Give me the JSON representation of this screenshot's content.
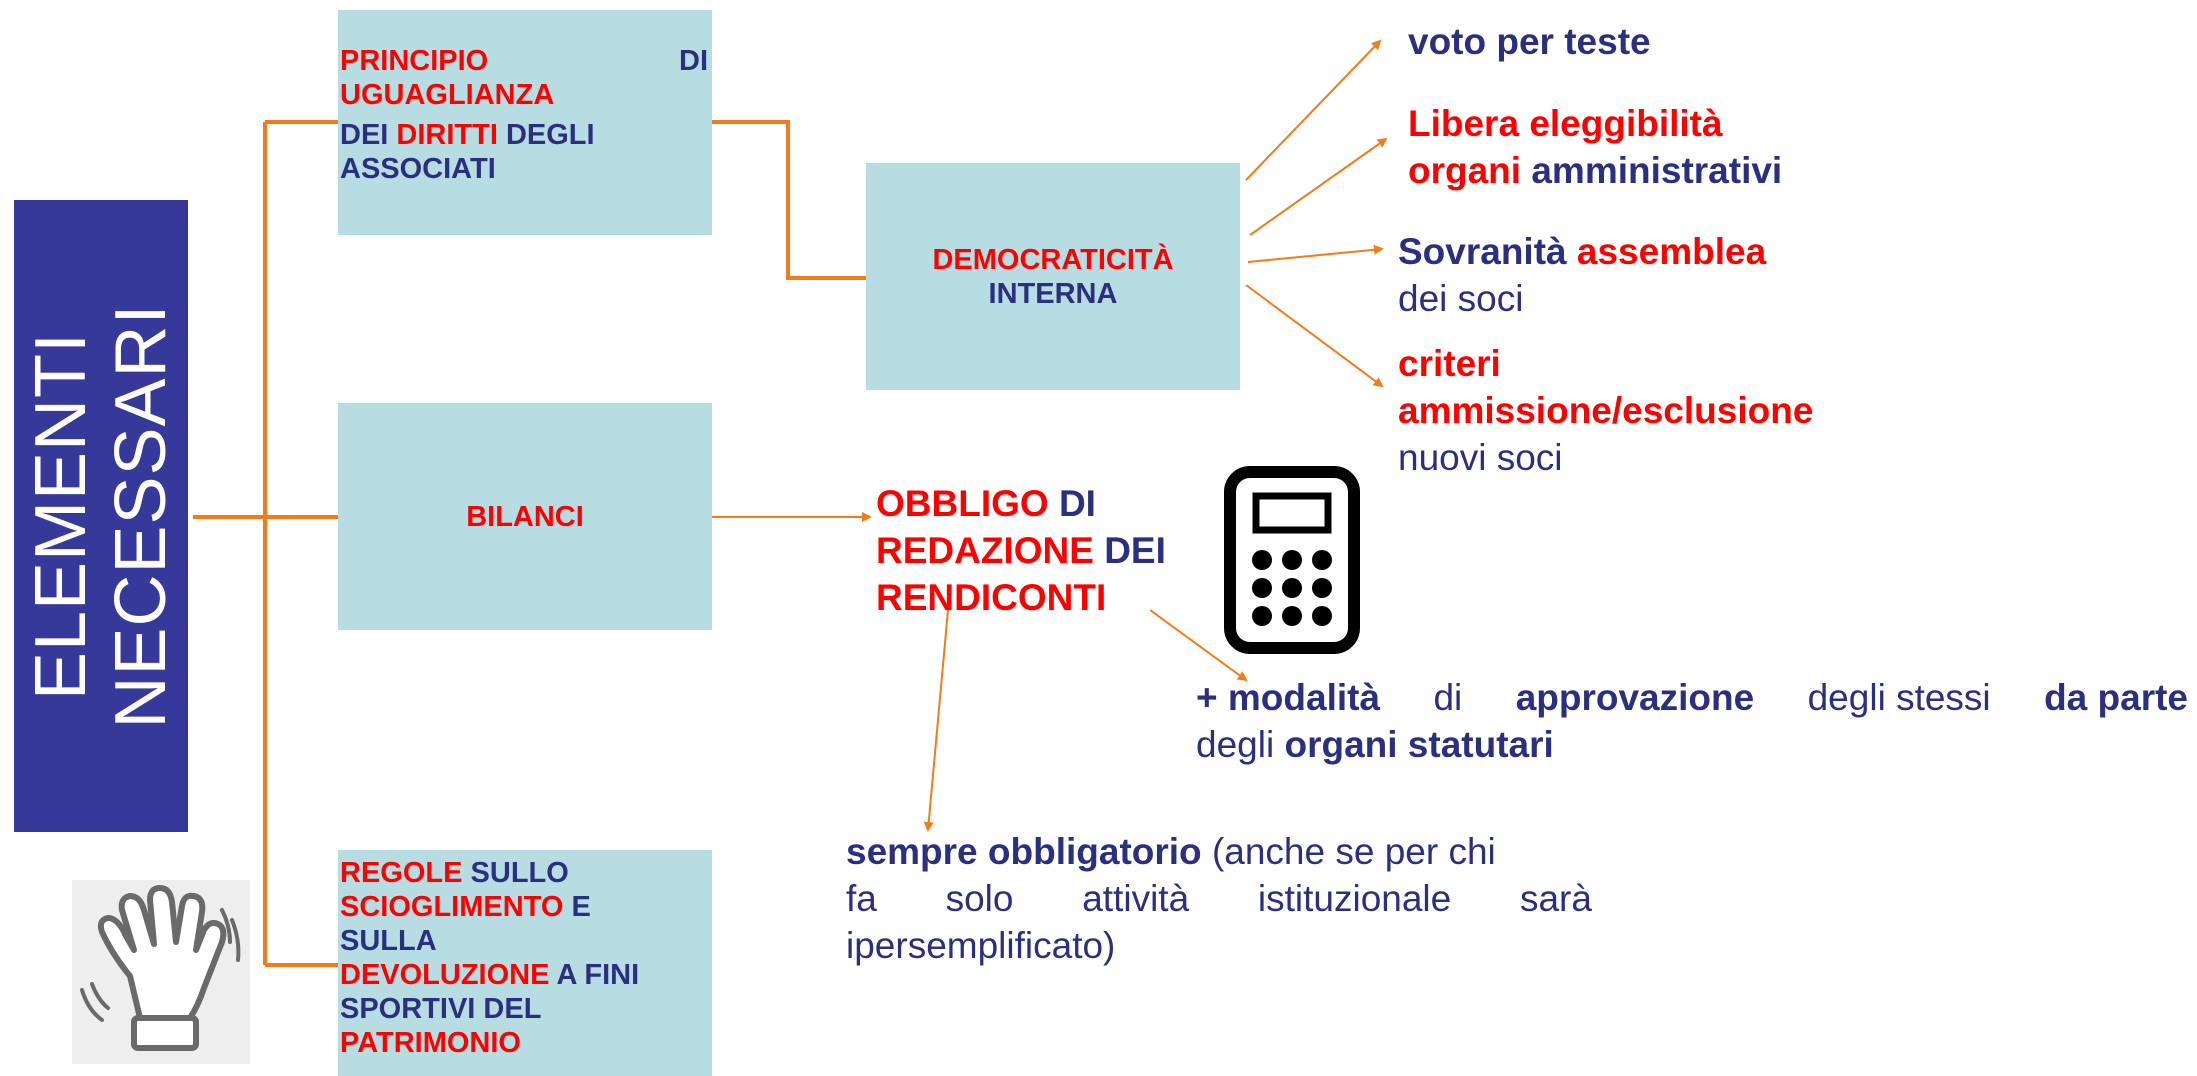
{
  "sidebar": {
    "line1": "ELEMENTI",
    "line2": "NECESSARI"
  },
  "box_principio": {
    "w1": "PRINCIPIO",
    "w2": "DI",
    "w3": "UGUAGLIANZA",
    "w4": "DEI",
    "w5": "DIRITTI",
    "w6": "DEGLI",
    "w7": "ASSOCIATI"
  },
  "box_democraticita": {
    "w1": "DEMOCRATICITÀ",
    "w2": "INTERNA"
  },
  "box_bilanci": {
    "label": "BILANCI"
  },
  "box_regole": {
    "w1": "REGOLE",
    "w2": "SULLO",
    "w3": "SCIOGLIMENTO",
    "w4": "E",
    "w5": "SULLA",
    "w6": "DEVOLUZIONE",
    "w7": "A FINI",
    "w8": "SPORTIVI DEL",
    "w9": "PATRIMONIO"
  },
  "dem_items": {
    "voto": "voto per teste",
    "libera1": "Libera eleggibilità",
    "libera2a": "organi",
    "libera2b": "amministrativi",
    "sovr1a": "Sovranità",
    "sovr1b": "assemblea",
    "sovr2": "dei soci",
    "crit1": "criteri",
    "crit2": "ammissione/esclusione",
    "crit3": "nuovi soci"
  },
  "obbligo": {
    "w1": "OBBLIGO",
    "w2": "DI",
    "w3": "REDAZIONE",
    "w4": "DEI",
    "w5": "RENDICONTI"
  },
  "modalita": {
    "w1": "+",
    "w2": "modalità",
    "w3": "di",
    "w4": "approvazione",
    "w5": "degli stessi",
    "w6": "da parte",
    "w7": "degli",
    "w8": "organi statutari"
  },
  "sempre": {
    "bold": "sempre obbligatorio",
    "rest1": "(anche se per chi",
    "l2a": "fa",
    "l2b": "solo",
    "l2c": "attività",
    "l2d": "istituzionale",
    "l2e": "sarà",
    "l3": "ipersemplificato)"
  },
  "icons": {
    "calculator": "calculator-icon",
    "hand": "waving-hand-icon"
  },
  "colors": {
    "box_fill": "#b7dde2",
    "sidebar": "#36389a",
    "connector": "#f07c1b",
    "red": "#ff0000",
    "navy": "#2b2f7f"
  }
}
